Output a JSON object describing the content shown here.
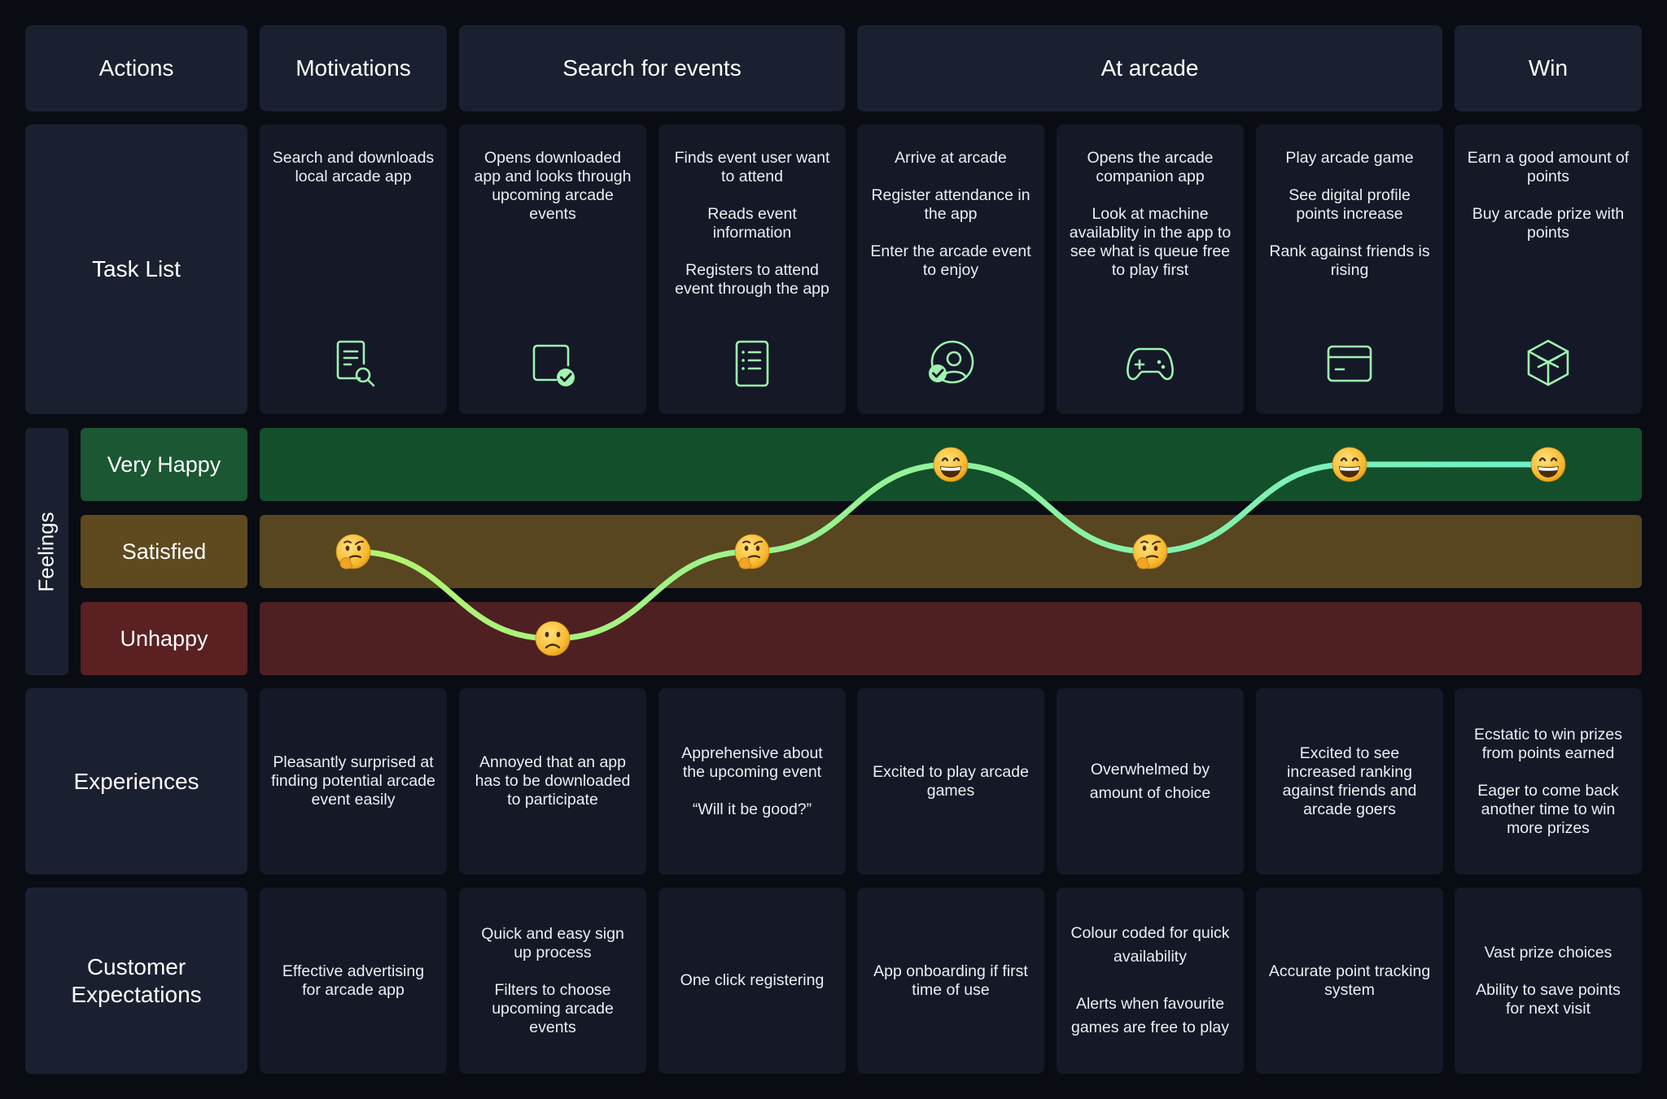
{
  "headers": {
    "actions": "Actions",
    "motivations": "Motivations",
    "search": "Search for events",
    "arcade": "At arcade",
    "win": "Win"
  },
  "row_labels": {
    "task_list": "Task List",
    "feelings": "Feelings",
    "experiences": "Experiences",
    "expectations": "Customer Expectations"
  },
  "feeling_levels": {
    "very_happy": "Very Happy",
    "satisfied": "Satisfied",
    "unhappy": "Unhappy"
  },
  "colors": {
    "very_happy_label": "#1a5732",
    "very_happy_band": "#134f2b",
    "satisfied_label": "#5e4a1e",
    "satisfied_band": "#57461f",
    "unhappy_label": "#5a2022",
    "unhappy_band": "#4f2022",
    "curve_start": "#b4f46e",
    "curve_end": "#6ef0c8",
    "icon": "#9ef5b0"
  },
  "tasks": [
    {
      "lines": [
        "Search and downloads local arcade app"
      ],
      "icon": "document-search-icon"
    },
    {
      "lines": [
        "Opens downloaded app and looks through upcoming arcade events"
      ],
      "icon": "square-check-icon"
    },
    {
      "lines": [
        "Finds event user want to attend",
        "Reads event information",
        "Registers to attend event through the app"
      ],
      "icon": "list-document-icon"
    },
    {
      "lines": [
        "Arrive at arcade",
        "Register attendance in the app",
        "Enter the arcade event to enjoy"
      ],
      "icon": "user-check-icon"
    },
    {
      "lines": [
        "Opens the arcade companion app",
        "Look at machine availablity in the app to see what is queue free to play first"
      ],
      "icon": "gamepad-icon"
    },
    {
      "lines": [
        "Play arcade game",
        "See digital profile points increase",
        "Rank against friends is rising"
      ],
      "icon": "card-icon"
    },
    {
      "lines": [
        "Earn a good amount of points",
        "Buy arcade prize with points"
      ],
      "icon": "cube-icon"
    }
  ],
  "feelings_path": {
    "levels": [
      "satisfied",
      "unhappy",
      "satisfied",
      "very_happy",
      "satisfied",
      "very_happy",
      "very_happy"
    ],
    "emojis": [
      "thinking-face-icon",
      "slightly-frowning-face-icon",
      "thinking-face-icon",
      "grinning-face-icon",
      "thinking-face-icon",
      "grinning-face-icon",
      "grinning-face-icon"
    ]
  },
  "experiences": [
    [
      "Pleasantly surprised at finding potential arcade event easily"
    ],
    [
      "Annoyed that an app has to be downloaded to participate"
    ],
    [
      "Apprehensive about the upcoming event",
      "“Will it be good?”"
    ],
    [
      "Excited to play arcade games"
    ],
    [
      "Overwhelmed by amount of choice"
    ],
    [
      "Excited to see increased ranking against friends and arcade goers"
    ],
    [
      "Ecstatic to win prizes from points earned",
      "Eager to come back another time to win more prizes"
    ]
  ],
  "expectations": [
    [
      "Effective advertising for arcade app"
    ],
    [
      "Quick and easy sign up process",
      "Filters to choose upcoming arcade events"
    ],
    [
      "One click registering"
    ],
    [
      "App onboarding if first time of use"
    ],
    [
      "Colour coded for quick availability",
      "Alerts when favourite games are free to play"
    ],
    [
      "Accurate point tracking system"
    ],
    [
      "Vast prize choices",
      "Ability to save points for next visit"
    ]
  ]
}
